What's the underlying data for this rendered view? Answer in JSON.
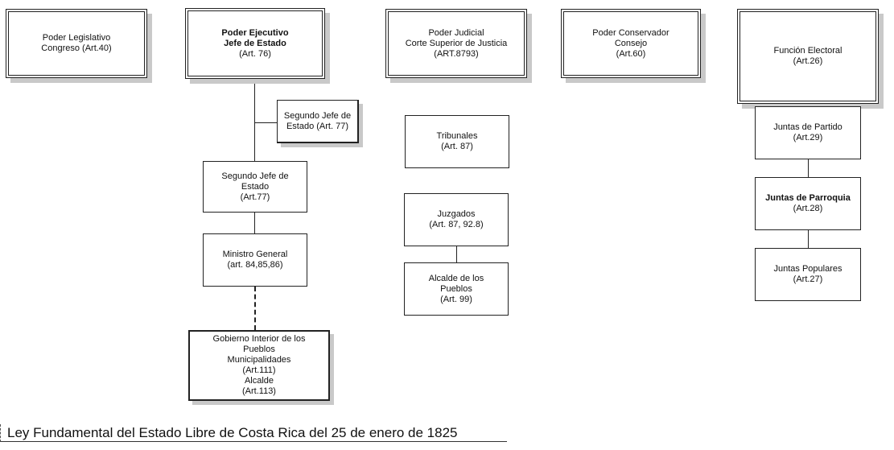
{
  "nodes": {
    "legislativo": {
      "l1": "Poder Legislativo",
      "l2": "Congreso (Art.40)"
    },
    "ejecutivo": {
      "l1": "Poder Ejecutivo",
      "l2": "Jefe de Estado",
      "l3": "(Art. 76)"
    },
    "judicial": {
      "l1": "Poder Judicial",
      "l2": "Corte Superior de Justicia",
      "l3": "(ART.8793)"
    },
    "conservador": {
      "l1": "Poder Conservador",
      "l2": "Consejo",
      "l3": "(Art.60)"
    },
    "electoral": {
      "l1": "Función Electoral",
      "l2": "(Art.26)"
    },
    "segundo_jefe_side": {
      "l1": "Segundo Jefe de",
      "l2": "Estado (Art. 77)"
    },
    "segundo_jefe": {
      "l1": "Segundo Jefe de",
      "l2": "Estado",
      "l3": "(Art.77)"
    },
    "ministro": {
      "l1": "Ministro General",
      "l2": "(art. 84,85,86)"
    },
    "gobierno": {
      "l1": "Gobierno Interior de los",
      "l2": "Pueblos",
      "l3": "Municipalidades",
      "l4": "(Art.111)",
      "l5": "Alcalde",
      "l6": "(Art.113)"
    },
    "tribunales": {
      "l1": "Tribunales",
      "l2": "(Art. 87)"
    },
    "juzgados": {
      "l1": "Juzgados",
      "l2": "(Art. 87, 92.8)"
    },
    "alcalde": {
      "l1": "Alcalde de los",
      "l2": "Pueblos",
      "l3": "(Art. 99)"
    },
    "juntas_partido": {
      "l1": "Juntas de Partido",
      "l2": "(Art.29)"
    },
    "juntas_parroquia": {
      "l1": "Juntas de Parroquia",
      "l2": "(Art.28)"
    },
    "juntas_populares": {
      "l1": "Juntas Populares",
      "l2": "(Art.27)"
    }
  },
  "footer": "Ley Fundamental del Estado Libre de Costa Rica del 25 de enero de 1825"
}
